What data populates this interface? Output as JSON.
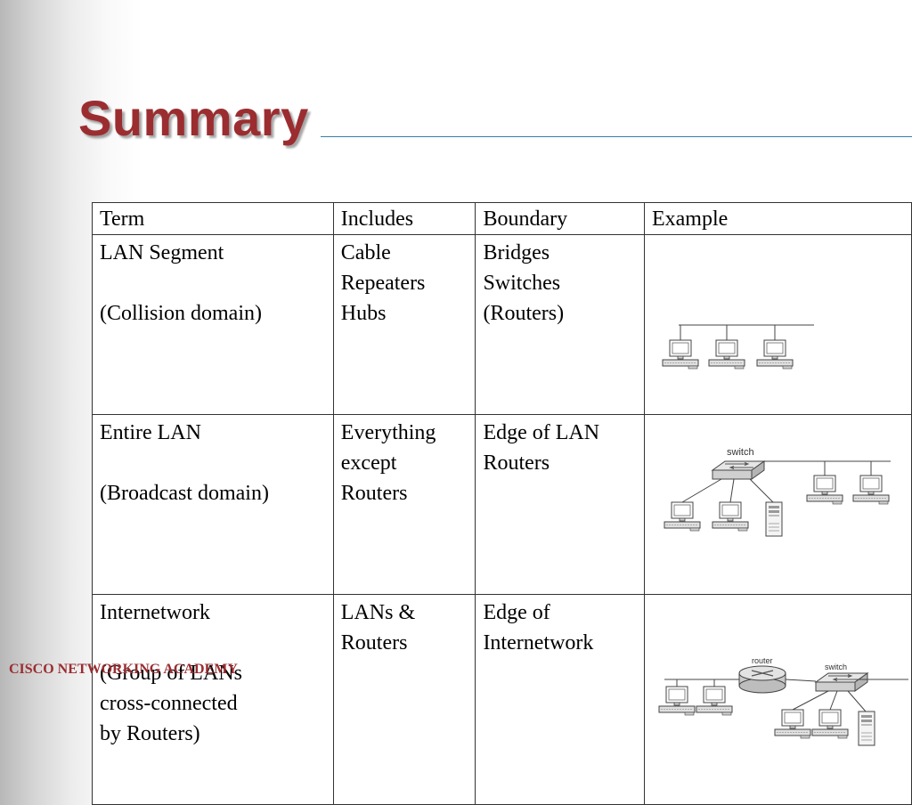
{
  "slide": {
    "title": "Summary",
    "footer": "CISCO NETWORKING ACADEMY"
  },
  "table": {
    "headers": [
      "Term",
      "Includes",
      "Boundary",
      "Example"
    ],
    "rows": [
      {
        "term": "LAN Segment\n\n (Collision domain)",
        "includes": "Cable\nRepeaters\nHubs",
        "boundary": "Bridges\nSwitches\n(Routers)",
        "example_labels": []
      },
      {
        "term": "Entire LAN\n\n (Broadcast domain)",
        "includes": "Everything\nexcept\nRouters",
        "boundary": "Edge of LAN\nRouters",
        "example_labels": [
          "switch"
        ]
      },
      {
        "term": "Internetwork\n\n  (Group of LANs\n   cross-connected\n   by Routers)",
        "includes": "LANs &\nRouters",
        "boundary": "Edge of\nInternetwork",
        "example_labels": [
          "router",
          "switch"
        ]
      }
    ]
  }
}
